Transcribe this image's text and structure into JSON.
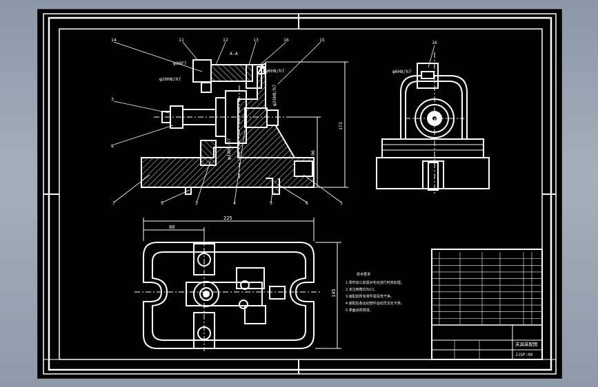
{
  "views": {
    "front": {
      "balloons": [
        "14",
        "11",
        "12",
        "13",
        "16",
        "15",
        "3",
        "8",
        "7",
        "5",
        "3",
        "4",
        "5",
        "6",
        "1"
      ],
      "fits": [
        "φ10F7",
        "φ20H8/h7",
        "φ6H8/h7",
        "φ25H8/h7",
        "φ32H8/h7"
      ],
      "section_mark": "A-A",
      "dims": {
        "overall_height": "173",
        "axis_height": "90"
      }
    },
    "side": {
      "balloons": [
        "16"
      ],
      "fits": [
        "φ6H8/h7"
      ]
    },
    "top": {
      "dims": {
        "overall_length": "225",
        "hole_spacing": "80",
        "width": "145"
      }
    }
  },
  "tech_notes": {
    "title": "技术要求",
    "lines": [
      "1.零件加工前需对毛坯进行时效处理。",
      "2.未注倒角均为C1。",
      "3.装配前所有零件需清洗干净。",
      "4.装配后各运动部件运动灵活无卡滞。",
      "5.表面涂防锈漆。"
    ]
  },
  "title_block": {
    "drawing_name": "夹具装配图",
    "drawing_no": "JJSP-00",
    "bom_rows": 10
  },
  "colors": {
    "background": "#000000",
    "linework": "#ffffff",
    "hatch": "#c8c8c8",
    "desktop": "#9aa6b3"
  }
}
